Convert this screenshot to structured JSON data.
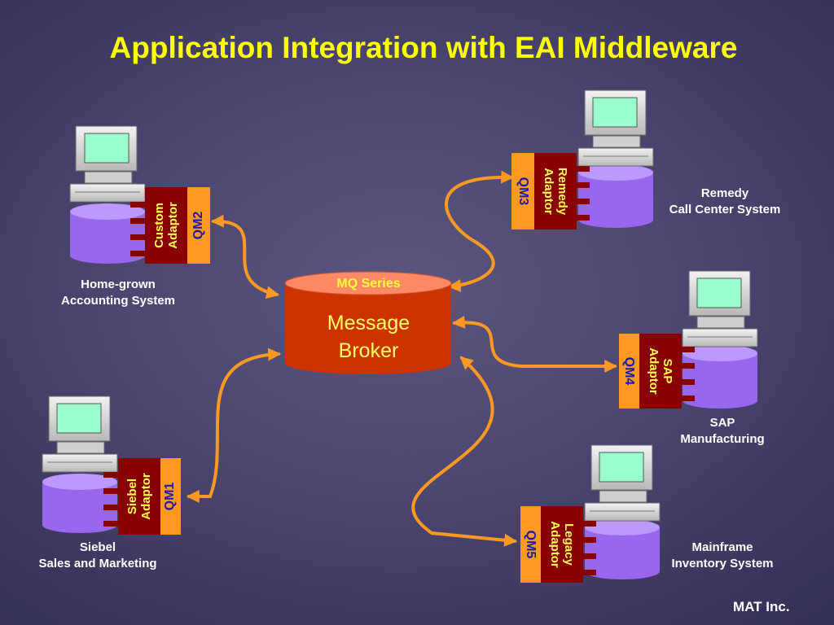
{
  "title": "Application Integration with EAI Middleware",
  "footer": "MAT Inc.",
  "broker": {
    "label": "MQ Series",
    "name_line1": "Message",
    "name_line2": "Broker"
  },
  "systems": [
    {
      "id": "custom",
      "line1": "Home-grown",
      "line2": "Accounting System",
      "adaptor_line1": "Custom",
      "adaptor_line2": "Adaptor",
      "qm": "QM2"
    },
    {
      "id": "remedy",
      "line1": "Remedy",
      "line2": "Call Center System",
      "adaptor_line1": "Remedy",
      "adaptor_line2": "Adaptor",
      "qm": "QM3"
    },
    {
      "id": "sap",
      "line1": "SAP",
      "line2": "Manufacturing",
      "adaptor_line1": "SAP",
      "adaptor_line2": "Adaptor",
      "qm": "QM4"
    },
    {
      "id": "siebel",
      "line1": "Siebel",
      "line2": "Sales and Marketing",
      "adaptor_line1": "Siebel",
      "adaptor_line2": "Adaptor",
      "qm": "QM1"
    },
    {
      "id": "legacy",
      "line1": "Mainframe",
      "line2": "Inventory System",
      "adaptor_line1": "Legacy",
      "adaptor_line2": "Adaptor",
      "qm": "QM5"
    }
  ],
  "colors": {
    "title": "#ffff00",
    "arrow": "#ff9922",
    "broker_body": "#cc3300",
    "broker_top": "#ff8866",
    "adaptor": "#880000",
    "queue_manager": "#ff9922",
    "database": "#9966ee",
    "monitor_screen": "#99ffcc"
  }
}
